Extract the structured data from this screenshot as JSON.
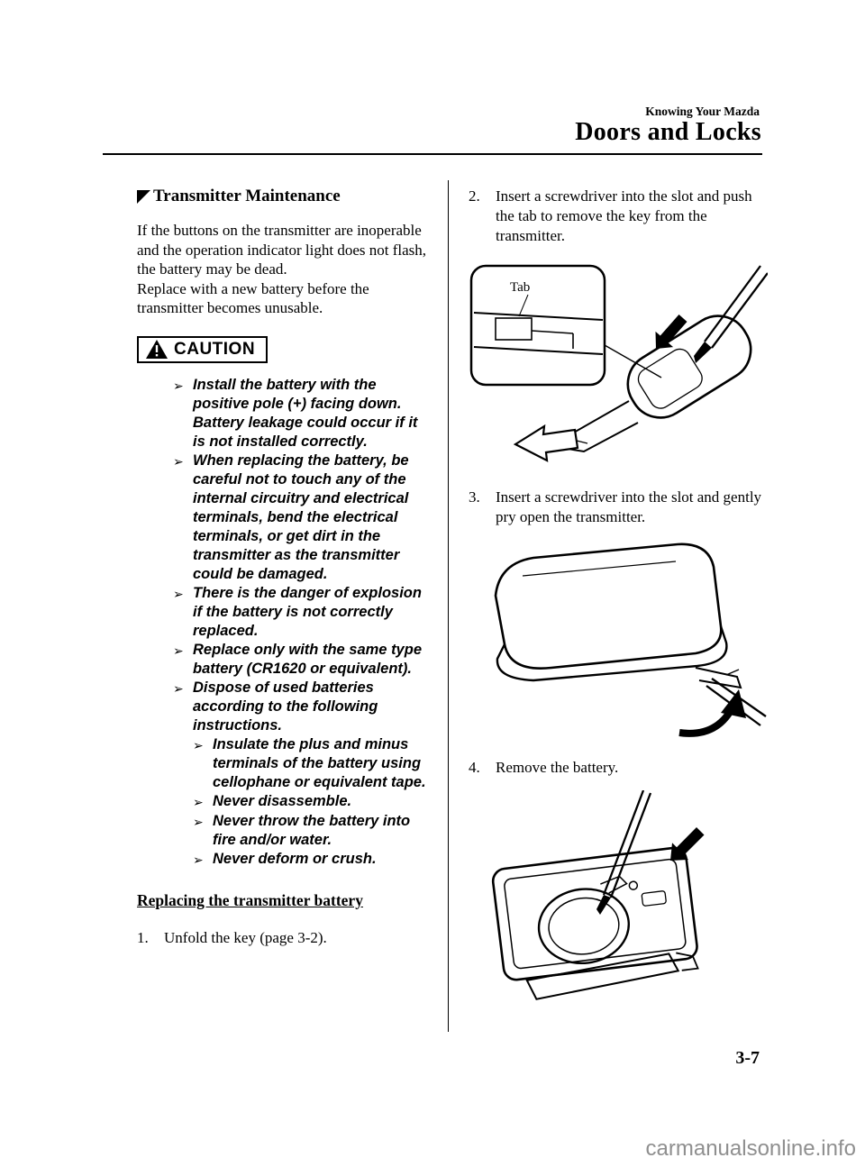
{
  "header": {
    "kicker": "Knowing Your Mazda",
    "title": "Doors and Locks"
  },
  "left": {
    "section_title": "Transmitter Maintenance",
    "para1": "If the buttons on the transmitter are inoperable and the operation indicator light does not flash, the battery may be dead.",
    "para2": "Replace with a new battery before the transmitter becomes unusable.",
    "caution": {
      "label": "CAUTION",
      "marker": "➢",
      "items": [
        {
          "level": 1,
          "text": "Install the battery with the positive pole (+) facing down. Battery leakage could occur if it is not installed correctly."
        },
        {
          "level": 1,
          "text": "When replacing the battery, be careful not to touch any of the internal circuitry and electrical terminals, bend the electrical terminals, or get dirt in the transmitter as the transmitter could be damaged."
        },
        {
          "level": 1,
          "text": "There is the danger of explosion if the battery is not correctly replaced."
        },
        {
          "level": 1,
          "text": "Replace only with the same type battery (CR1620 or equivalent)."
        },
        {
          "level": 1,
          "text": "Dispose of used batteries according to the following instructions."
        },
        {
          "level": 2,
          "text": "Insulate the plus and minus terminals of the battery using cellophane or equivalent tape."
        },
        {
          "level": 2,
          "text": "Never disassemble."
        },
        {
          "level": 2,
          "text": "Never throw the battery into fire and/or water."
        },
        {
          "level": 2,
          "text": "Never deform or crush."
        }
      ]
    },
    "subheading": "Replacing the transmitter battery",
    "step1": {
      "num": "1.",
      "text": "Unfold the key (page 3-2)."
    }
  },
  "right": {
    "step2": {
      "num": "2.",
      "text": "Insert a screwdriver into the slot and push the tab to remove the key from the transmitter."
    },
    "fig1": {
      "label": "Tab"
    },
    "step3": {
      "num": "3.",
      "text": "Insert a screwdriver into the slot and gently pry open the transmitter."
    },
    "step4": {
      "num": "4.",
      "text": "Remove the battery."
    }
  },
  "footer": {
    "page_number": "3-7",
    "watermark": "carmanualsonline.info"
  }
}
